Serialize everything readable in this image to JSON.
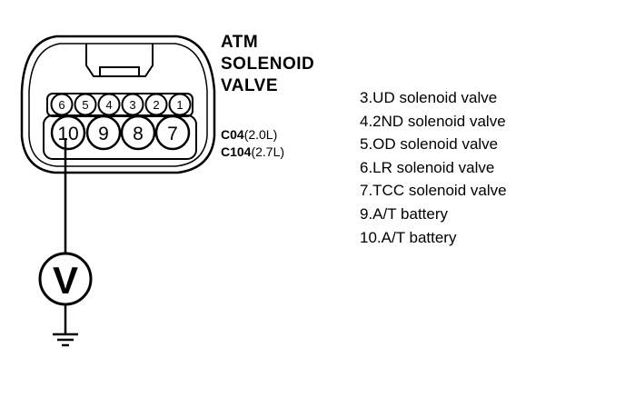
{
  "title": [
    "ATM",
    "SOLENOID",
    "VALVE"
  ],
  "connector_codes": [
    {
      "code": "C04",
      "variant": "(2.0L)"
    },
    {
      "code": "C104",
      "variant": "(2.7L)"
    }
  ],
  "connector": {
    "top_row_pins": [
      "6",
      "5",
      "4",
      "3",
      "2",
      "1"
    ],
    "bottom_row_pins": [
      "10",
      "9",
      "8",
      "7"
    ]
  },
  "meter": {
    "symbol": "V",
    "icon": "voltmeter-icon",
    "ground_icon": "ground-icon"
  },
  "legend": [
    "3.UD solenoid valve",
    "4.2ND solenoid valve",
    "5.OD solenoid valve",
    "6.LR solenoid valve",
    "7.TCC solenoid valve",
    "9.A/T battery",
    "10.A/T battery"
  ]
}
